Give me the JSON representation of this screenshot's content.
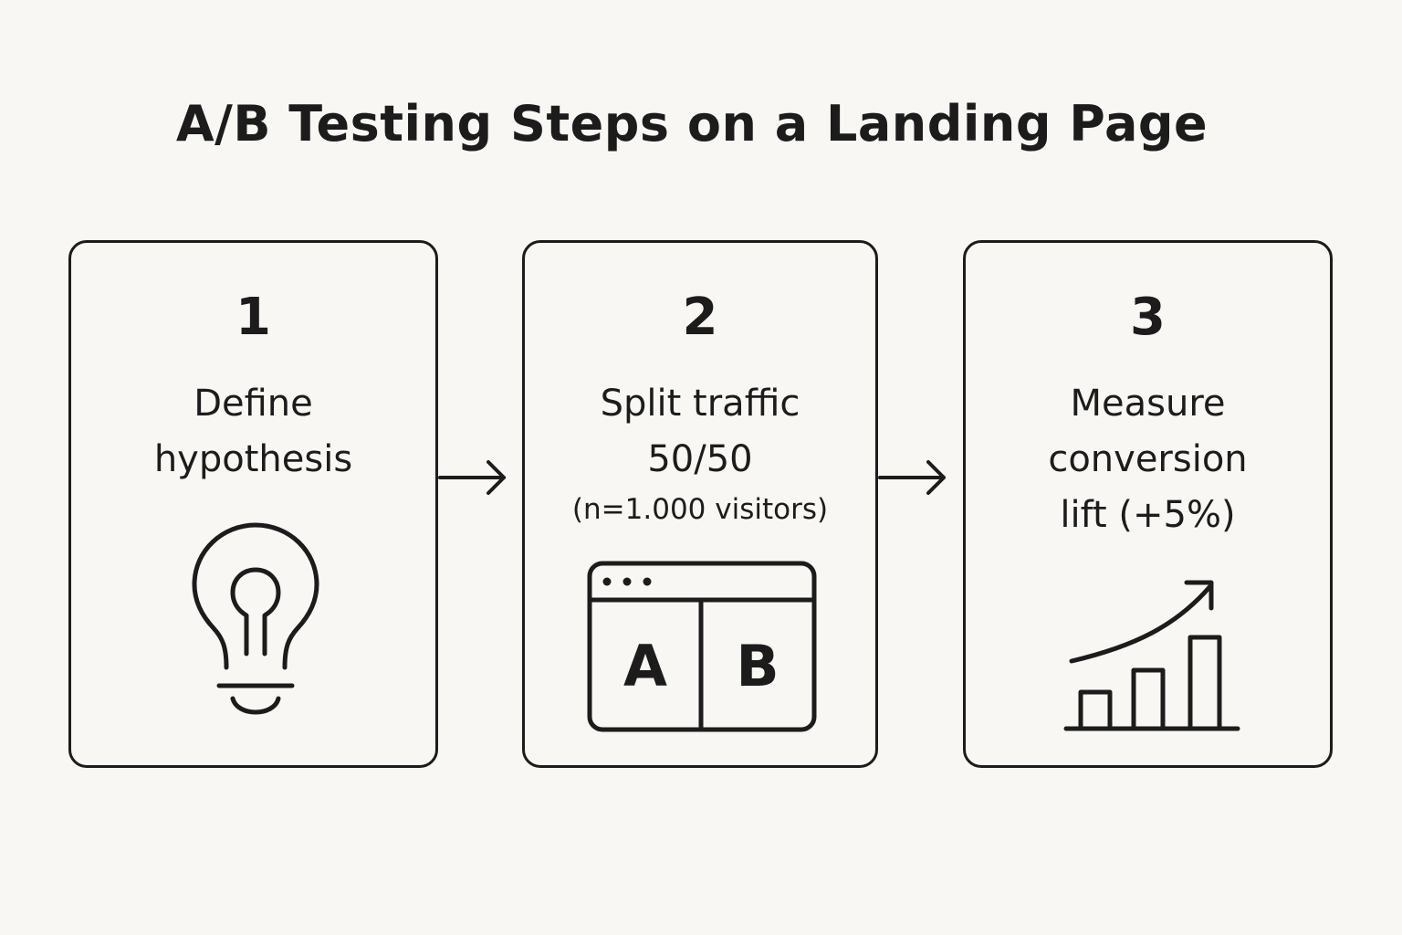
{
  "title": "A/B Testing Steps on a Landing Page",
  "steps": [
    {
      "number": "1",
      "lines": [
        "Define",
        "hypothesis"
      ],
      "icon": "lightbulb-icon"
    },
    {
      "number": "2",
      "lines": [
        "Split traffic",
        "50/50"
      ],
      "subtext": "(n=1.000 visitors)",
      "icon": "browser-ab-split-icon",
      "icon_labels": [
        "A",
        "B"
      ]
    },
    {
      "number": "3",
      "lines": [
        "Measure",
        "conversion",
        "lift (+5%)"
      ],
      "icon": "growth-chart-icon"
    }
  ],
  "connectors": [
    "arrow-right-icon",
    "arrow-right-icon"
  ],
  "colors": {
    "background": "#f9f7f3",
    "stroke": "#1c1c1c"
  }
}
